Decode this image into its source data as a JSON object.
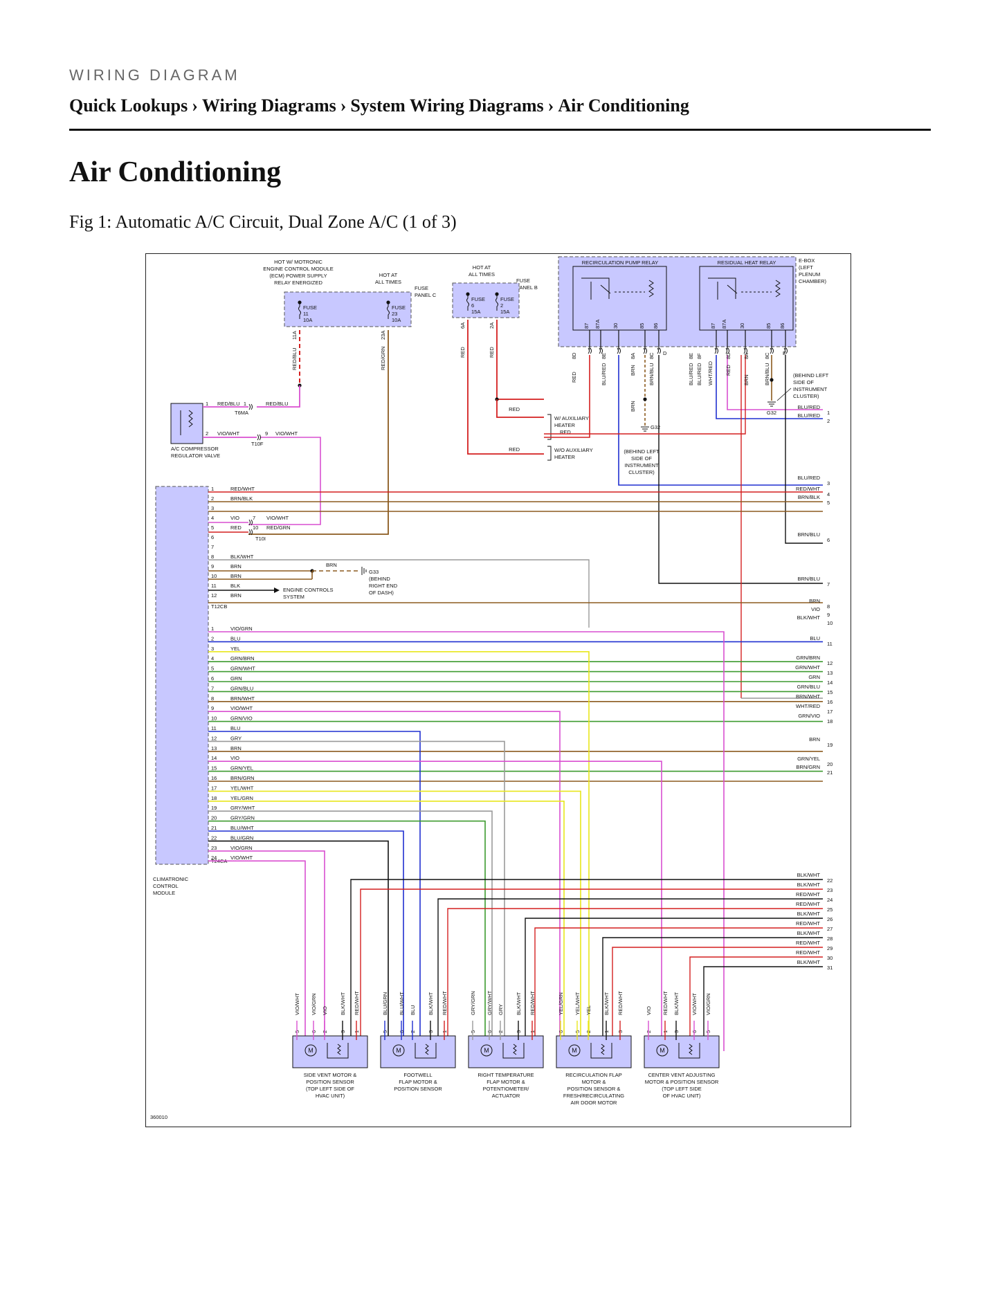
{
  "header": {
    "kicker": "WIRING DIAGRAM",
    "breadcrumb": [
      "Quick Lookups",
      "Wiring Diagrams",
      "System Wiring Diagrams",
      "Air Conditioning"
    ],
    "separator": "›"
  },
  "page_title": "Air Conditioning",
  "figure_caption": "Fig 1: Automatic A/C Circuit, Dual Zone A/C (1 of 3)",
  "diagram": {
    "figure_id": "360010",
    "labels": {
      "hot_ecm": [
        "HOT W/ MOTRONIC",
        "ENGINE CONTROL MODULE",
        "(ECM) POWER SUPPLY",
        "RELAY ENERGIZED"
      ],
      "hot_all_times_c": [
        "HOT AT",
        "ALL TIMES"
      ],
      "hot_all_times_b": [
        "HOT AT",
        "ALL TIMES"
      ],
      "fuse_panel_c": [
        "FUSE",
        "PANEL C"
      ],
      "fuse_panel_b": [
        "FUSE",
        "PANEL B"
      ],
      "ebox": [
        "E-BOX",
        "(LEFT",
        "PLENUM",
        "CHAMBER)"
      ],
      "recirc_relay": "RECIRCULATION PUMP RELAY",
      "residual_relay": "RESIDUAL HEAT RELAY",
      "compressor_valve": [
        "A/C COMPRESSOR",
        "REGULATOR VALVE"
      ],
      "climatronic": [
        "CLIMATRONIC",
        "CONTROL",
        "MODULE"
      ],
      "engine_controls": [
        "ENGINE CONTROLS",
        "SYSTEM"
      ],
      "g33": [
        "G33",
        "(BEHIND",
        "RIGHT END",
        "OF DASH)"
      ],
      "g32_a": [
        "G32",
        "(BEHIND LEFT",
        "SIDE OF",
        "INSTRUMENT",
        "CLUSTER)"
      ],
      "g32_b": [
        "G32",
        "(BEHIND LEFT",
        "SIDE OF",
        "INSTRUMENT",
        "CLUSTER)"
      ],
      "aux_heater": [
        "W/ AUXILIARY",
        "HEATER"
      ],
      "no_aux_heater": [
        "W/O AUXILIARY",
        "HEATER"
      ],
      "connectors": [
        "T6MA",
        "T10F",
        "T10I",
        "T12CB",
        "T24CA"
      ]
    },
    "fuses": [
      {
        "name": "FUSE",
        "number": "11",
        "rating": "10A",
        "term": "11A",
        "wire": "RED/BLU"
      },
      {
        "name": "FUSE",
        "number": "23",
        "rating": "10A",
        "term": "23A",
        "wire": "RED/GRN"
      },
      {
        "name": "FUSE",
        "number": "6",
        "rating": "15A",
        "term": "6A",
        "wire": "RED"
      },
      {
        "name": "FUSE",
        "number": "2",
        "rating": "15A",
        "term": "2A",
        "wire": "RED"
      }
    ],
    "relay_pins": [
      "87",
      "87A",
      "30",
      "85",
      "86"
    ],
    "recirc_terms": [
      "8D",
      "8E",
      "8A",
      "8C",
      "D"
    ],
    "residual_terms": [
      "8E",
      "8F",
      "8D",
      "8A",
      "8C",
      "E"
    ],
    "recirc_wires": [
      "RED",
      "BLU/RED",
      "BRN",
      "BRN/BLU"
    ],
    "residual_wires": [
      "BLU/RED",
      "BLU/RED",
      "WHT/RED",
      "RED",
      "BRN",
      "BRN/BLU"
    ],
    "compressor_pins": [
      {
        "pin": "1",
        "wire": "RED/BLU",
        "cpin": "1",
        "cwire": "RED/BLU"
      },
      {
        "pin": "2",
        "wire": "VIO/WHT",
        "cpin": "9",
        "cwire": "VIO/WHT"
      }
    ],
    "misc_wires": {
      "red_aux": "RED",
      "red_noaux": "RED",
      "red_aux2": "RED",
      "brn_g32": "BRN",
      "brn_g33": "BRN"
    },
    "t12cb_pins": [
      {
        "pin": "1",
        "wire": "RED/WHT"
      },
      {
        "pin": "2",
        "wire": "BRN/BLK"
      },
      {
        "pin": "3",
        "wire": ""
      },
      {
        "pin": "4",
        "wire": "VIO"
      },
      {
        "pin": "5",
        "wire": "RED"
      },
      {
        "pin": "6",
        "wire": ""
      },
      {
        "pin": "7",
        "wire": ""
      },
      {
        "pin": "8",
        "wire": "BLK/WHT"
      },
      {
        "pin": "9",
        "wire": "BRN"
      },
      {
        "pin": "10",
        "wire": "BRN"
      },
      {
        "pin": "11",
        "wire": "BLK"
      },
      {
        "pin": "12",
        "wire": "BRN"
      }
    ],
    "t10i_pins": [
      {
        "pin": "7",
        "wire": "VIO/WHT"
      },
      {
        "pin": "10",
        "wire": "RED/GRN"
      }
    ],
    "t24ca_pins": [
      {
        "pin": "1",
        "wire": "VIO/GRN"
      },
      {
        "pin": "2",
        "wire": "BLU"
      },
      {
        "pin": "3",
        "wire": "YEL"
      },
      {
        "pin": "4",
        "wire": "GRN/BRN"
      },
      {
        "pin": "5",
        "wire": "GRN/WHT"
      },
      {
        "pin": "6",
        "wire": "GRN"
      },
      {
        "pin": "7",
        "wire": "GRN/BLU"
      },
      {
        "pin": "8",
        "wire": "BRN/WHT"
      },
      {
        "pin": "9",
        "wire": "VIO/WHT"
      },
      {
        "pin": "10",
        "wire": "GRN/VIO"
      },
      {
        "pin": "11",
        "wire": "BLU"
      },
      {
        "pin": "12",
        "wire": "GRY"
      },
      {
        "pin": "13",
        "wire": "BRN"
      },
      {
        "pin": "14",
        "wire": "VIO"
      },
      {
        "pin": "15",
        "wire": "GRN/YEL"
      },
      {
        "pin": "16",
        "wire": "BRN/GRN"
      },
      {
        "pin": "17",
        "wire": "YEL/WHT"
      },
      {
        "pin": "18",
        "wire": "YEL/GRN"
      },
      {
        "pin": "19",
        "wire": "GRY/WHT"
      },
      {
        "pin": "20",
        "wire": "GRY/GRN"
      },
      {
        "pin": "21",
        "wire": "BLU/WHT"
      },
      {
        "pin": "22",
        "wire": "BLU/GRN"
      },
      {
        "pin": "23",
        "wire": "VIO/GRN"
      },
      {
        "pin": "24",
        "wire": "VIO/WHT"
      }
    ],
    "right_refs": [
      {
        "n": "1",
        "wire": "BLU/RED"
      },
      {
        "n": "2",
        "wire": "BLU/RED"
      },
      {
        "n": "3",
        "wire": "BLU/RED"
      },
      {
        "n": "4",
        "wire": "RED/WHT"
      },
      {
        "n": "5",
        "wire": "BRN/BLK"
      },
      {
        "n": "6",
        "wire": "BRN/BLU"
      },
      {
        "n": "7",
        "wire": "BRN/BLU"
      },
      {
        "n": "8",
        "wire": "BRN"
      },
      {
        "n": "9",
        "wire": "VIO"
      },
      {
        "n": "10",
        "wire": "BLK/WHT"
      },
      {
        "n": "11",
        "wire": "BLU"
      },
      {
        "n": "12",
        "wire": "GRN/BRN"
      },
      {
        "n": "13",
        "wire": "GRN/WHT"
      },
      {
        "n": "14",
        "wire": "GRN"
      },
      {
        "n": "15",
        "wire": "GRN/BLU"
      },
      {
        "n": "16",
        "wire": "BRN/WHT"
      },
      {
        "n": "17",
        "wire": "WHT/RED"
      },
      {
        "n": "18",
        "wire": "GRN/VIO"
      },
      {
        "n": "19",
        "wire": "BRN"
      },
      {
        "n": "20",
        "wire": "GRN/YEL"
      },
      {
        "n": "21",
        "wire": "BRN/GRN"
      },
      {
        "n": "22",
        "wire": "BLK/WHT"
      },
      {
        "n": "23",
        "wire": "BLK/WHT"
      },
      {
        "n": "24",
        "wire": "RED/WHT"
      },
      {
        "n": "25",
        "wire": "RED/WHT"
      },
      {
        "n": "26",
        "wire": "BLK/WHT"
      },
      {
        "n": "27",
        "wire": "RED/WHT"
      },
      {
        "n": "28",
        "wire": "BLK/WHT"
      },
      {
        "n": "29",
        "wire": "RED/WHT"
      },
      {
        "n": "30",
        "wire": "RED/WHT"
      },
      {
        "n": "31",
        "wire": "BLK/WHT"
      }
    ],
    "motors": [
      {
        "name": [
          "SIDE VENT MOTOR &",
          "POSITION SENSOR",
          "(TOP LEFT SIDE OF",
          "HVAC UNIT)"
        ],
        "wires": [
          "VIO/WHT",
          "VIO/GRN",
          "VIO",
          "BLK/WHT",
          "RED/WHT"
        ],
        "pins": [
          "5",
          "6",
          "2",
          "3",
          "1"
        ]
      },
      {
        "name": [
          "FOOTWELL",
          "FLAP MOTOR &",
          "POSITION SENSOR"
        ],
        "wires": [
          "BLU/GRN",
          "BLU/WHT",
          "BLU",
          "BLK/WHT",
          "RED/WHT"
        ],
        "pins": [
          "5",
          "6",
          "2",
          "3",
          "1"
        ]
      },
      {
        "name": [
          "RIGHT TEMPERATURE",
          "FLAP MOTOR &",
          "POTENTIOMETER/",
          "ACTUATOR"
        ],
        "wires": [
          "GRY/GRN",
          "GRY/WHT",
          "GRY",
          "BLK/WHT",
          "RED/WHT"
        ],
        "pins": [
          "5",
          "6",
          "2",
          "3",
          "1"
        ]
      },
      {
        "name": [
          "RECIRCULATION FLAP",
          "MOTOR &",
          "POSITION SENSOR &",
          "FRESH/RECIRCULATING",
          "AIR DOOR MOTOR"
        ],
        "wires": [
          "YEL/GRN",
          "YEL/WHT",
          "YEL",
          "BLK/WHT",
          "RED/WHT"
        ],
        "pins": [
          "6",
          "5",
          "2",
          "1",
          "3"
        ]
      },
      {
        "name": [
          "CENTER VENT ADJUSTING",
          "MOTOR & POSITION SENSOR",
          "(TOP LEFT SIDE",
          "OF HVAC UNIT)"
        ],
        "wires": [
          "VIO",
          "RED/WHT",
          "BLK/WHT",
          "VIO/WHT",
          "VIO/GRN"
        ],
        "pins": [
          "2",
          "1",
          "3",
          "6",
          "5"
        ]
      }
    ],
    "motor_symbol": "M",
    "colors": {
      "RED": "#d41f1f",
      "BLU": "#1f2fd0",
      "BRN": "#8b5a1e",
      "GRN": "#3c9a2e",
      "YEL": "#e8e61c",
      "VIO": "#d94fd0",
      "BLK": "#111111",
      "GRY": "#9a9a9a",
      "WHT": "#cccccc",
      "module": "#c8c8ff"
    }
  }
}
